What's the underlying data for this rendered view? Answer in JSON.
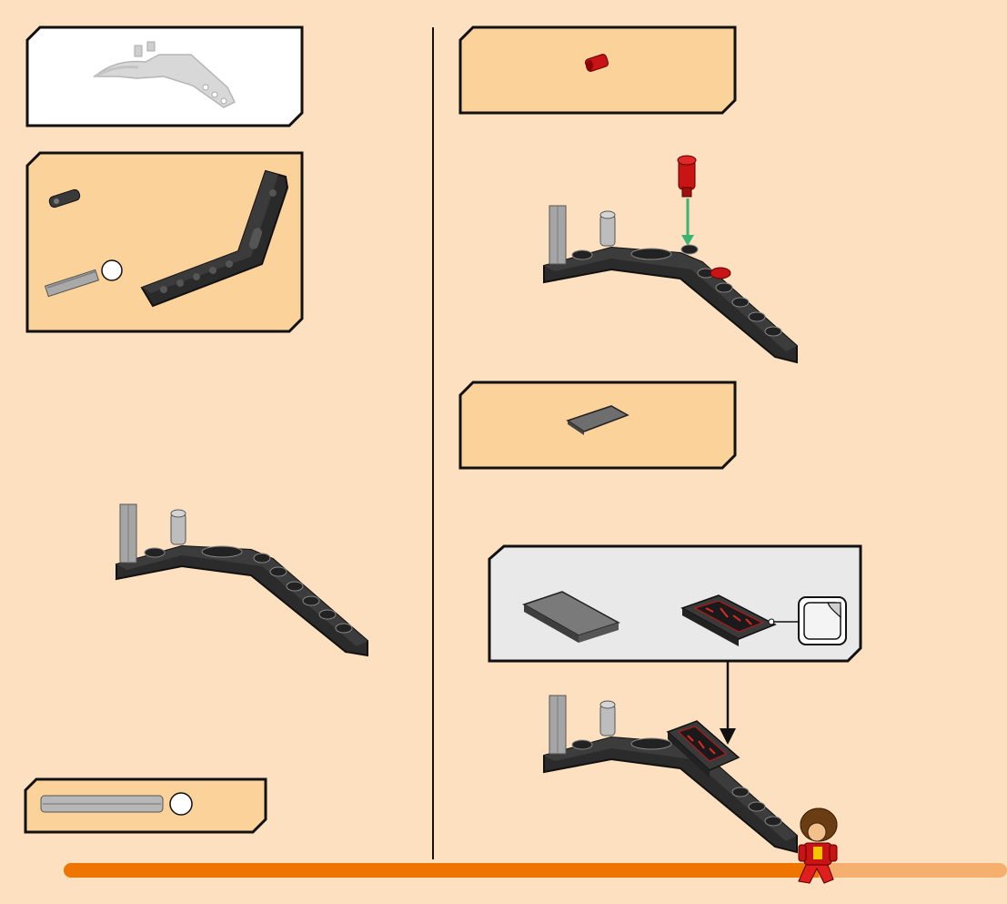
{
  "document": {
    "type": "building-instructions",
    "colors": {
      "page_background": "#fde0bf",
      "callout_fill": "#fcd29b",
      "callout_border": "#111111",
      "submodel_callout_fill": "#ffffff",
      "accent_orange": "#ee7600",
      "pin_red": "#c81414",
      "arrow_green": "#3cb371",
      "beam_black": "#2a2a2a"
    }
  },
  "progress": {
    "fraction": 0.8
  },
  "steps": [
    {
      "id": "submodel-preview",
      "icons": [
        "grey-arm-assembly-icon"
      ]
    },
    {
      "id": "step-a",
      "icons": [
        "pin-icon",
        "axle-icon",
        "bent-beam-icon"
      ]
    },
    {
      "id": "step-b",
      "icons": [
        "red-pin-icon",
        "bent-beam-assembly-icon"
      ]
    },
    {
      "id": "step-c",
      "icons": [
        "tile-icon",
        "printed-tile-icon",
        "sticker-icon"
      ]
    }
  ]
}
